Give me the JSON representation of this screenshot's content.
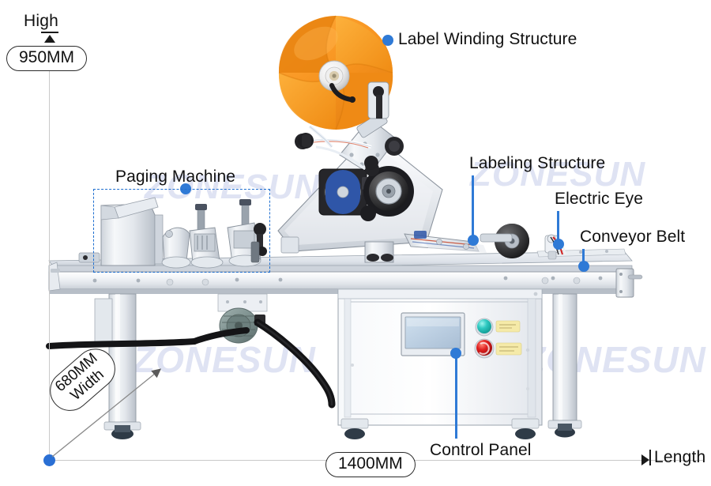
{
  "product": {
    "brand_watermark": "ZONESUN",
    "machine_type": "automatic-labeling-machine"
  },
  "dimensions": {
    "height_axis_caption": "High",
    "height_value": "950MM",
    "width_value": "680MM",
    "width_caption": "Width",
    "length_value": "1400MM",
    "length_axis_caption": "Length"
  },
  "callouts": [
    {
      "id": "label-winding-structure",
      "label": "Label Winding Structure"
    },
    {
      "id": "labeling-structure",
      "label": "Labeling Structure"
    },
    {
      "id": "electric-eye",
      "label": "Electric Eye"
    },
    {
      "id": "conveyor-belt",
      "label": "Conveyor Belt"
    },
    {
      "id": "paging-machine",
      "label": "Paging Machine"
    },
    {
      "id": "control-panel",
      "label": "Control Panel"
    }
  ],
  "colors": {
    "callout_blue": "#2f7ad6",
    "dashed_box_blue": "#1f6fd0",
    "axis_gray": "#c9c9c9",
    "reel_orange": "#f5921e",
    "reel_orange_light": "#fdb13c",
    "watermark": "#dfe3f3",
    "stop_button_red": "#e02020",
    "start_button_teal": "#2ec9c1",
    "label_plate_yellow": "#f5eaa8"
  }
}
